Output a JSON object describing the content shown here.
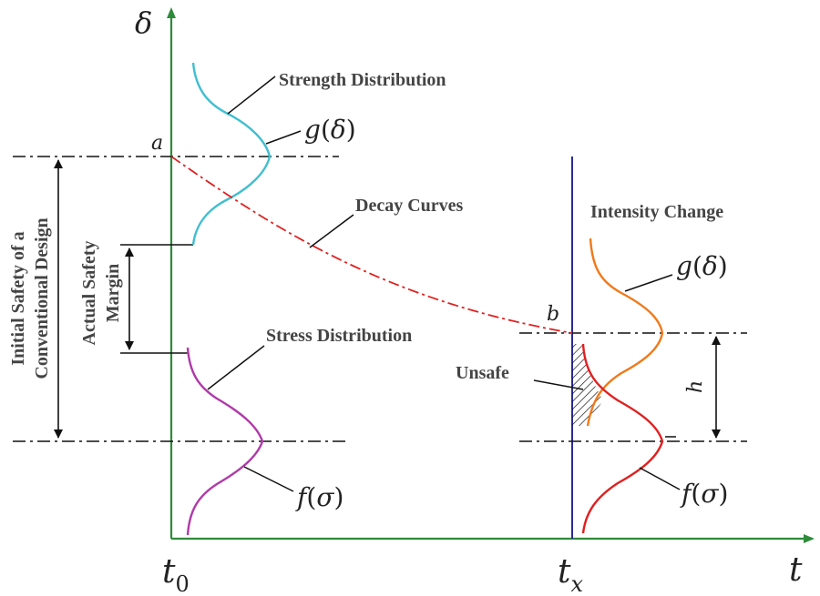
{
  "axes": {
    "y_label": "δ",
    "x_label": "t",
    "t0_main": "t",
    "t0_sub": "0",
    "tx_main": "t",
    "tx_sub": "x"
  },
  "points": {
    "a": "a",
    "b": "b"
  },
  "labels": {
    "strength_distribution": "Strength Distribution",
    "decay_curves": "Decay Curves",
    "intensity_change": "Intensity Change",
    "stress_distribution": "Stress Distribution",
    "unsafe": "Unsafe",
    "h": "h",
    "initial_safety_line1": "Initial Safety of a",
    "initial_safety_line2": "Conventional Design",
    "actual_safety_line1": "Actual Safety",
    "actual_safety_line2": "Margin"
  },
  "math": {
    "g_left": {
      "fn": "g",
      "arg": "δ"
    },
    "g_right": {
      "fn": "g",
      "arg": "δ"
    },
    "f_left": {
      "fn": "f",
      "arg": "σ"
    },
    "f_right": {
      "fn": "f",
      "arg": "σ"
    }
  },
  "colors": {
    "axis": "#2e8b3a",
    "vertical_tx": "#2a2a9a",
    "strength_left": "#3fbfcf",
    "stress_left": "#b03aa8",
    "strength_right": "#f07a1a",
    "stress_right": "#e02020",
    "decay": "#e02020",
    "dash_lines": "#111111",
    "text": "#444444"
  }
}
